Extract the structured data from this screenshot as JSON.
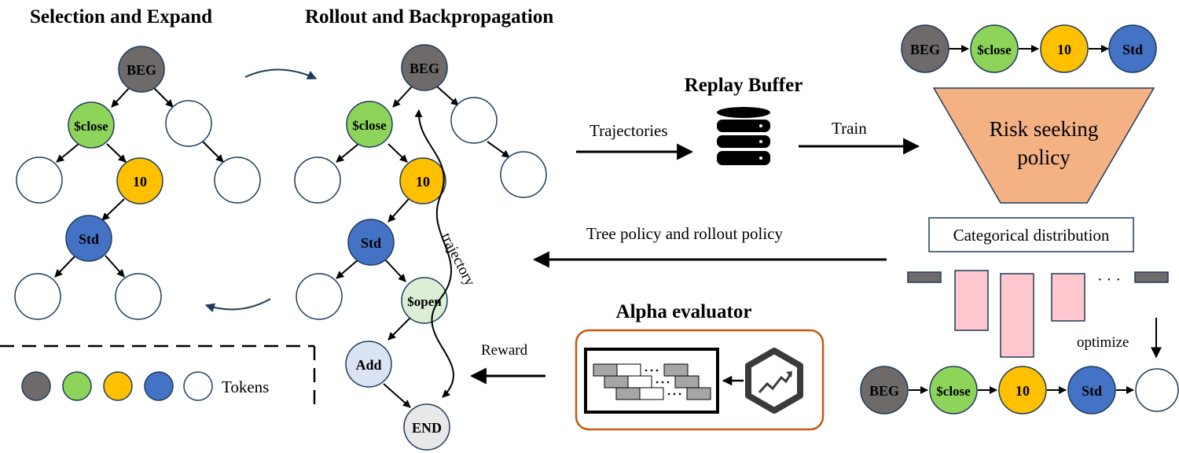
{
  "titles": {
    "selection": "Selection and Expand",
    "rollout": "Rollout and Backpropagation",
    "replay": "Replay Buffer",
    "evaluator": "Alpha evaluator"
  },
  "labels": {
    "trajectories": "Trajectories",
    "train": "Train",
    "tree_policy": "Tree policy and rollout policy",
    "reward": "Reward",
    "trajectory": "trajectory",
    "optimize": "optimize",
    "categorical": "Categorical distribution",
    "risk_policy": [
      "Risk seeking",
      "policy"
    ],
    "tokens": "Tokens",
    "ellipsis": "· · ·"
  },
  "tokens": {
    "beg": "BEG",
    "close": "$close",
    "ten": "10",
    "std": "Std",
    "open": "$open",
    "add": "Add",
    "end": "END"
  },
  "colors": {
    "beg": "#6e6a6a",
    "close": "#8ed45a",
    "ten": "#ffc000",
    "std": "#4472c4",
    "open": "#dcefd6",
    "add": "#dae3f3",
    "end": "#e8e8e8",
    "risk_policy": "#f4b183",
    "dist_bar": "#ffc7ce",
    "evaluator_border": "#c55a11",
    "arrow": "#000000",
    "curve_arrow": "#1f3b5a"
  }
}
